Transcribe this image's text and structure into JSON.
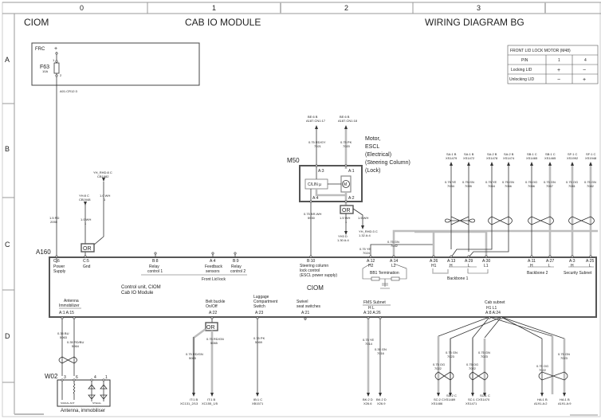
{
  "frame": {
    "columns": [
      "0",
      "1",
      "2",
      "3"
    ],
    "rows": [
      "A",
      "B",
      "C",
      "D"
    ]
  },
  "titles": {
    "left": "CIOM",
    "center": "CAB IO MODULE",
    "right": "WIRING DIAGRAM BG"
  },
  "fuse_box": {
    "label": "FRC",
    "plus": "+",
    "fuse": "F63",
    "rating": "10A",
    "pin1": "1",
    "pin2": "2",
    "connector": "A01.CR12:3"
  },
  "pin_table": {
    "title": "FRONT LID LOCK MOTOR  (M48)",
    "header": [
      "PIN",
      "1",
      "4"
    ],
    "rows": [
      [
        "Locking LID",
        "+",
        "−"
      ],
      [
        "Unlocking LID",
        "−",
        "+"
      ]
    ]
  },
  "motor": {
    "id": "M50",
    "name": [
      "Motor,",
      "ESCL",
      "(Electrical)",
      "(Steering Column)",
      "(Lock)"
    ],
    "pins": [
      "A:3",
      "A:1",
      "A:4",
      "A:2"
    ],
    "lin": "C/LIN µ",
    "m": "M",
    "top_left_dest": [
      "BE:6 B",
      "A187.CN1:17"
    ],
    "top_right_dest": [
      "BE:6 B",
      "A187.CN1:18"
    ],
    "top_left_wire": [
      "0.75 RD/GY",
      "7021"
    ],
    "top_right_wire": [
      "0.75 PK",
      "7020"
    ],
    "lower_wire": [
      "0.75 BR-WH",
      "5930"
    ],
    "or_label": "OR",
    "or_left_wire": [
      "1.5 WH",
      "1"
    ],
    "or_right_wire": [
      "1.5 WH",
      "1"
    ],
    "or_left_dest": [
      "YH3 D",
      "1.30 A:4"
    ],
    "or_right_dest": [
      "YH_RHD:3 C",
      "1.32 A:4"
    ]
  },
  "module": {
    "id": "A160",
    "name": [
      "Control unit, CIOM",
      "Cab IO Module"
    ],
    "label": "CIOM",
    "top_pins": [
      {
        "pin": "C:6",
        "desc": [
          "Power",
          "Supply"
        ]
      },
      {
        "pin": "C:5",
        "desc": [
          "Gnd"
        ]
      },
      {
        "pin": "B:8",
        "desc": [
          "Relay",
          "control 1"
        ]
      },
      {
        "pin": "A:4",
        "desc": [
          "Feedback",
          "sensors"
        ]
      },
      {
        "pin": "B:9",
        "desc": [
          "Relay",
          "control 2"
        ]
      },
      {
        "pin": "B:10",
        "desc": [
          "Steering column",
          "lock control",
          "(ESCL power supply)"
        ]
      },
      {
        "pin": "A:12",
        "desc": [
          "H2"
        ]
      },
      {
        "pin": "A:14",
        "desc": [
          "L2"
        ]
      },
      {
        "pin": "A:26",
        "desc": [
          "H1"
        ]
      },
      {
        "pin": "A:13",
        "desc": [
          "H"
        ]
      },
      {
        "pin": "A:29",
        "desc": [
          "L"
        ]
      },
      {
        "pin": "A:30",
        "desc": [
          "L1"
        ]
      },
      {
        "pin": "A:11",
        "desc": [
          "H"
        ]
      },
      {
        "pin": "A:27",
        "desc": [
          "L"
        ]
      },
      {
        "pin": "A:3",
        "desc": [
          "H"
        ]
      },
      {
        "pin": "A:25",
        "desc": [
          "L"
        ]
      }
    ],
    "groups": {
      "front_lid_lock": "Front Lid lock",
      "bb1_termination": "BB1 Termination",
      "backbone1": "Backbone 1",
      "backbone2": "Backbone 2",
      "security_subnet": "Security Subnet"
    },
    "bottom": {
      "antenna": {
        "desc": [
          "Antenna",
          "Immobilizer"
        ],
        "pins": "A:1  A:15"
      },
      "belt": {
        "desc": [
          "Belt buckle",
          "On/Off"
        ],
        "pin": "A:22"
      },
      "luggage": {
        "desc": [
          "Luggage",
          "Compartment",
          "Switch"
        ],
        "pin": "A:23"
      },
      "swivel": {
        "desc": [
          "Swivel",
          "seat switches"
        ],
        "pin": "A:21"
      },
      "fms": {
        "desc": "FMS Subnet",
        "hl": "H    L",
        "pins": "A:10  A:26"
      },
      "cab": {
        "desc": "Cab subnet",
        "hl": "H1    L1",
        "pins": "A:8   A:24"
      }
    }
  },
  "left_wires": {
    "power": [
      "1.5 RD",
      "2055"
    ],
    "gnd_left": [
      "1.0 WH",
      "1"
    ],
    "gnd_left_dest": [
      "YH:8 C",
      "CB1648"
    ],
    "gnd_right": [
      "1.0 WH",
      "1"
    ],
    "gnd_right_dest": [
      "YH_RHD:8 C",
      "CB1682"
    ],
    "or_label": "OR"
  },
  "termination_wires": {
    "a12": [
      "0.75 YE",
      "7024"
    ],
    "a14": [
      "0.75 GN",
      "7032"
    ]
  },
  "backbone_wires": [
    {
      "dest": [
        "SA:1 B",
        "XS1479"
      ],
      "wire": [
        "0.75 YE",
        "7034"
      ]
    },
    {
      "dest": [
        "SA:1 B",
        "XS1472"
      ],
      "wire": [
        "0.75 GN",
        "7035"
      ]
    },
    {
      "dest": [
        "SA:2 B",
        "XS1478"
      ],
      "wire": [
        "0.75 YE",
        "7064"
      ]
    },
    {
      "dest": [
        "SA:2 B",
        "XS1474"
      ],
      "wire": [
        "0.75 GN",
        "7066"
      ]
    },
    {
      "dest": [
        "SB:1 C",
        "XS1465"
      ],
      "wire": [
        "0.75 OG",
        "7066"
      ]
    },
    {
      "dest": [
        "SB:1 C",
        "XS1465"
      ],
      "wire": [
        "0.75 GN",
        "7067"
      ]
    },
    {
      "dest": [
        "SF:1 C",
        "XS1992"
      ],
      "wire": [
        "0.75 OG",
        "7081"
      ]
    },
    {
      "dest": [
        "SF:1 C",
        "XS1948"
      ],
      "wire": [
        "0.75 GN",
        "7082"
      ]
    }
  ],
  "bottom_wires": {
    "antenna1": [
      "0.35 BU",
      "5063"
    ],
    "antenna2": [
      "0.35 RD/BU",
      "5064"
    ],
    "belt_or": "OR",
    "belt1": [
      "0.75 RD/GN",
      "5065"
    ],
    "belt1_dest": [
      "IT:1 B",
      "XC131_2/13"
    ],
    "belt2": [
      "0.75 RD/GN",
      "5065"
    ],
    "belt2_dest": [
      "IT:1 B",
      "XC155_1/5"
    ],
    "luggage": [
      "0.75 PK",
      "5069"
    ],
    "luggage_dest": [
      "IB:1 C",
      "XB1571"
    ],
    "fms_h": [
      "0.75 YE",
      "7014"
    ],
    "fms_h_dest": [
      "BK:2 D",
      "X26.6"
    ],
    "fms_l": [
      "0.35 GN",
      "7016"
    ],
    "fms_l_dest": [
      "BK:2 D",
      "X26.9"
    ],
    "cab": [
      {
        "wire": [
          "0.75 OG",
          "7022"
        ],
        "dest": [
          "SC:2 C",
          "XS1486"
        ]
      },
      {
        "wire": [
          "0.75 GN",
          "7023"
        ],
        "dest": [
          "SC:2 C",
          "XS1489"
        ]
      },
      {
        "wire": [
          "0.75 OG",
          "7022"
        ],
        "dest": [
          "SC:1 C",
          "XS1471"
        ]
      },
      {
        "wire": [
          "0.75 GN",
          "7023"
        ],
        "dest": [
          "SC:1 C",
          "XS1470"
        ]
      },
      {
        "wire": [
          "0.75 OG",
          "7022"
        ],
        "dest": [
          "HA:1 B",
          "A191.A:2"
        ]
      },
      {
        "wire": [
          "0.75 GN",
          "7023"
        ],
        "dest": [
          "HA:1 B",
          "A191.A:9"
        ]
      }
    ]
  },
  "antenna": {
    "id": "W02",
    "pins": [
      "3",
      "6",
      "4",
      "1"
    ],
    "name": "Antenna, immobiliser",
    "inner_left": "SIGNAL ANT",
    "inner_right": "STEALL"
  }
}
